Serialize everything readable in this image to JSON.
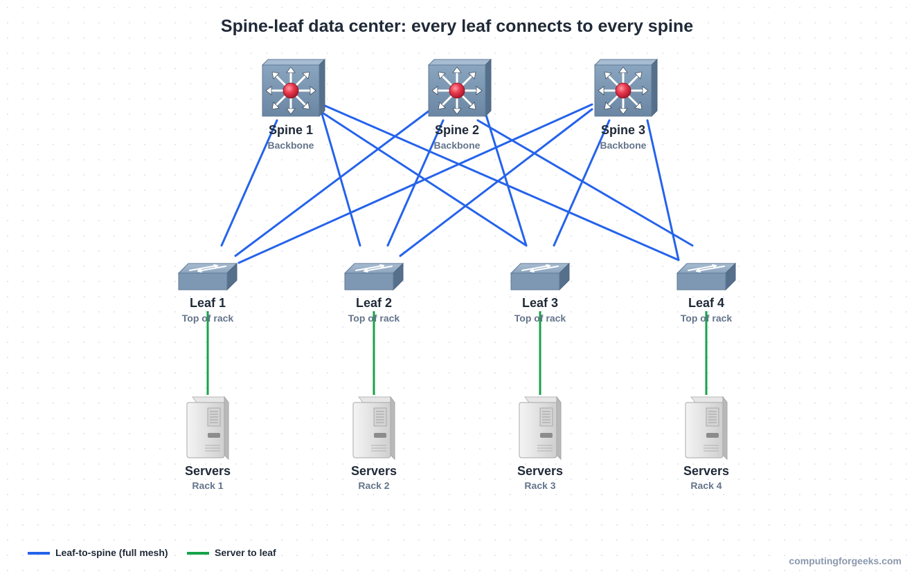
{
  "title": "Spine-leaf data center: every leaf connects to every spine",
  "colors": {
    "mesh_link": "#2563eb",
    "server_link": "#16a34a",
    "spine_body": "#7a95b0",
    "spine_center": "#e23b4e",
    "leaf_body": "#8aa3bd"
  },
  "spines": [
    {
      "label": "Spine 1",
      "sub": "Backbone",
      "icon": "layer3-switch-icon"
    },
    {
      "label": "Spine 2",
      "sub": "Backbone",
      "icon": "layer3-switch-icon"
    },
    {
      "label": "Spine 3",
      "sub": "Backbone",
      "icon": "layer3-switch-icon"
    }
  ],
  "leaves": [
    {
      "label": "Leaf 1",
      "sub": "Top of rack",
      "icon": "workgroup-switch-icon"
    },
    {
      "label": "Leaf 2",
      "sub": "Top of rack",
      "icon": "workgroup-switch-icon"
    },
    {
      "label": "Leaf 3",
      "sub": "Top of rack",
      "icon": "workgroup-switch-icon"
    },
    {
      "label": "Leaf 4",
      "sub": "Top of rack",
      "icon": "workgroup-switch-icon"
    }
  ],
  "servers": [
    {
      "label": "Servers",
      "sub": "Rack 1",
      "icon": "server-tower-icon"
    },
    {
      "label": "Servers",
      "sub": "Rack 2",
      "icon": "server-tower-icon"
    },
    {
      "label": "Servers",
      "sub": "Rack 3",
      "icon": "server-tower-icon"
    },
    {
      "label": "Servers",
      "sub": "Rack 4",
      "icon": "server-tower-icon"
    }
  ],
  "mesh_links": "full mesh: every leaf to every spine",
  "legend": {
    "mesh": "Leaf-to-spine (full mesh)",
    "server": "Server to leaf"
  },
  "footer": "computingforgeeks.com"
}
